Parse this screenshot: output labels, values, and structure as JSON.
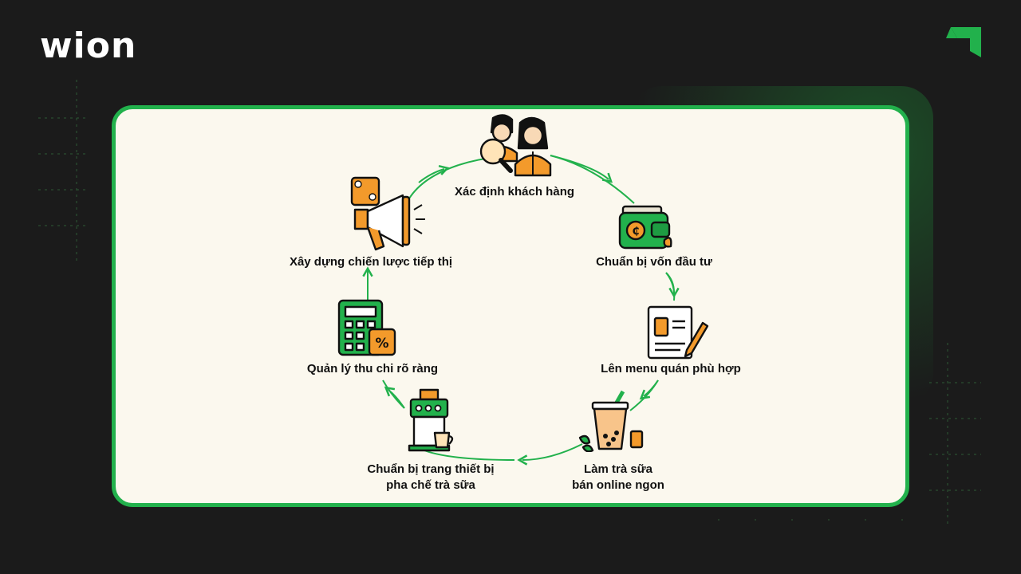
{
  "brand": {
    "logo_text": "wion"
  },
  "colors": {
    "accent": "#22b14c",
    "orange": "#f39a2b",
    "panel": "#fbf8ee",
    "background": "#1b1b1b"
  },
  "cycle": {
    "steps": [
      {
        "label": "Xác định khách hàng",
        "icon": "customers-magnifier-icon"
      },
      {
        "label": "Chuẩn bị vốn đầu tư",
        "icon": "wallet-icon"
      },
      {
        "label": "Lên menu quán phù hợp",
        "icon": "menu-document-icon"
      },
      {
        "label": [
          "Làm trà sữa",
          "bán online ngon"
        ],
        "icon": "milk-tea-icon"
      },
      {
        "label": [
          "Chuẩn bị trang thiết bị",
          "pha chế trà sữa"
        ],
        "icon": "brewing-machine-icon"
      },
      {
        "label": "Quản lý thu chi rõ ràng",
        "icon": "calculator-icon"
      },
      {
        "label": "Xây dựng chiến lược tiếp thị",
        "icon": "megaphone-icon"
      }
    ]
  }
}
